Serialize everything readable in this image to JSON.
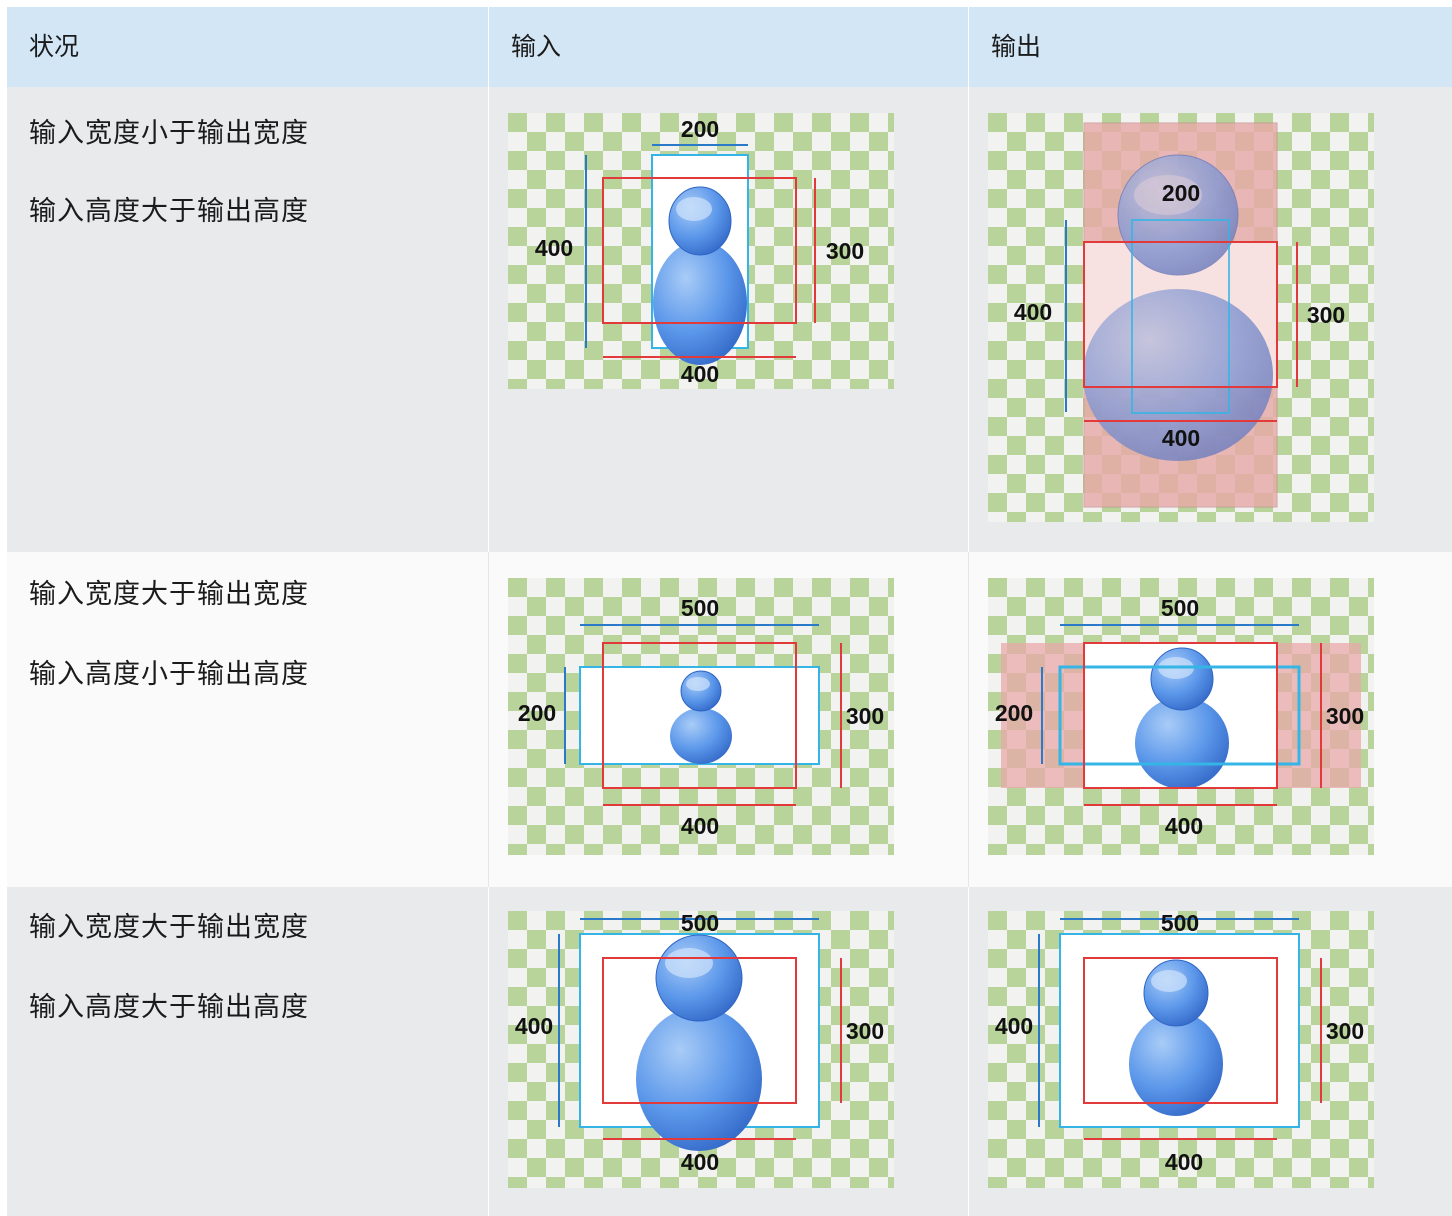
{
  "table": {
    "headers": [
      "状况",
      "输入",
      "输出"
    ],
    "rows": [
      {
        "condition_line1": "输入宽度小于输出宽度",
        "condition_line2": "输入高度大于输出高度",
        "input": {
          "top": "200",
          "left": "400",
          "right": "300",
          "bottom": "400"
        },
        "output": {
          "top": "200",
          "left": "400",
          "right": "300",
          "bottom": "400"
        }
      },
      {
        "condition_line1": "输入宽度大于输出宽度",
        "condition_line2": "输入高度小于输出高度",
        "input": {
          "top": "500",
          "left": "200",
          "right": "300",
          "bottom": "400"
        },
        "output": {
          "top": "500",
          "left": "200",
          "right": "300",
          "bottom": "400"
        }
      },
      {
        "condition_line1": "输入宽度大于输出宽度",
        "condition_line2": "输入高度大于输出高度",
        "input": {
          "top": "500",
          "left": "400",
          "right": "300",
          "bottom": "400"
        },
        "output": {
          "top": "500",
          "left": "400",
          "right": "300",
          "bottom": "400"
        }
      }
    ]
  },
  "colors": {
    "header_bg": "#d2e6f6",
    "checker_green": "#b9d49a",
    "input_frame": "#35b5e5",
    "output_frame": "#e23a3a",
    "fill_area": "#e8a9a9",
    "dimension_blue": "#2b7ac9",
    "user_icon": "#4f8ee6"
  },
  "icons": [
    "user-icon",
    "checkerboard-pattern"
  ]
}
